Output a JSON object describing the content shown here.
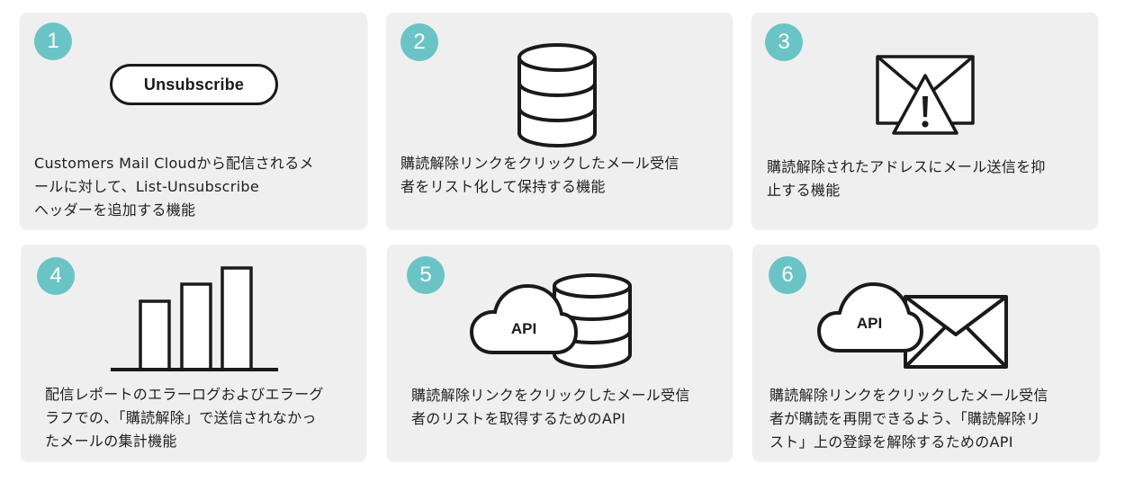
{
  "accent_color": "#6ac4c6",
  "cards": [
    {
      "number": "1",
      "icon": "unsubscribe-button-icon",
      "button_label": "Unsubscribe",
      "lines": [
        "Customers Mail Cloudから配信されるメ",
        "ールに対して、List-Unsubscribe",
        "ヘッダーを追加する機能"
      ]
    },
    {
      "number": "2",
      "icon": "database-icon",
      "lines": [
        "購読解除リンクをクリックしたメール受信",
        "者をリスト化して保持する機能"
      ]
    },
    {
      "number": "3",
      "icon": "mail-warning-icon",
      "lines": [
        "購読解除されたアドレスにメール送信を抑",
        "止する機能"
      ]
    },
    {
      "number": "4",
      "icon": "bar-chart-icon",
      "lines": [
        "配信レポートのエラーログおよびエラーグ",
        "ラフでの、「購読解除」で送信されなかっ",
        "たメールの集計機能"
      ]
    },
    {
      "number": "5",
      "icon": "api-cloud-database-icon",
      "cloud_label": "API",
      "lines": [
        "購読解除リンクをクリックしたメール受信",
        "者のリストを取得するためのAPI"
      ]
    },
    {
      "number": "6",
      "icon": "api-cloud-mail-icon",
      "cloud_label": "API",
      "lines": [
        "購読解除リンクをクリックしたメール受信",
        "者が購読を再開できるよう、「購読解除リ",
        "スト」上の登録を解除するためのAPI"
      ]
    }
  ]
}
